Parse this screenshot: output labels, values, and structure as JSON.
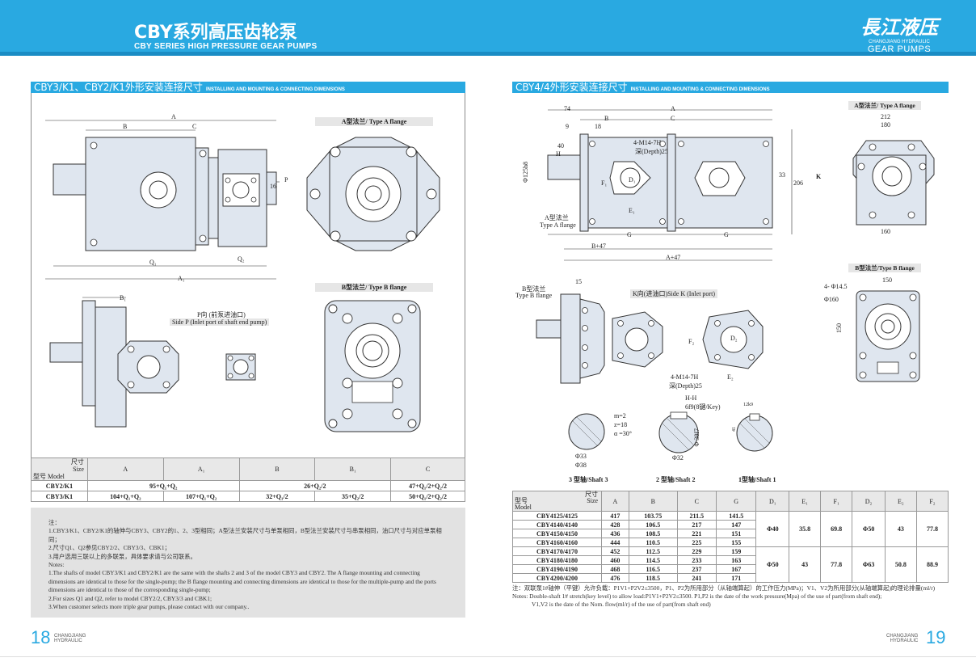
{
  "header": {
    "title_zh": "CBY系列高压齿轮泵",
    "title_en": "CBY SERIES HIGH PRESSURE GEAR PUMPS",
    "logo_script": "長江液压",
    "logo_sub": "CHANGJIANG HYDRAULIC",
    "logo_gp": "GEAR PUMPS"
  },
  "left": {
    "section_zh": "CBY3/K1、CBY2/K1外形安装连接尺寸",
    "section_en": "INSTALLING AND MOUNTING & CONNECTING DIMENSIONS",
    "labels": {
      "A": "A",
      "B": "B",
      "C": "C",
      "P": "P",
      "dim16": "16",
      "Q1": "Q₁",
      "Q2": "Q₂",
      "A1": "A₁",
      "B1": "B₁",
      "flange_a": "A型法兰/ Type A flange",
      "flange_b": "B型法兰/ Type B flange",
      "side_p_zh": "P向 (前泵进油口)",
      "side_p_en": "Side P (Inlet port of shaft end pump)"
    },
    "table": {
      "model_zh": "型号",
      "model_en": "Model",
      "size_zh": "尺寸",
      "size_en": "Size",
      "cols": [
        "A",
        "A₁",
        "B",
        "B₁",
        "C"
      ],
      "rows": [
        {
          "model": "CBY2/K1",
          "AA1": "95+Q₁+Q₂",
          "BB1": "26+Q₂/2",
          "C": "47+Q₁/2+Q₂/2"
        },
        {
          "model": "CBY3/K1",
          "A": "104+Q₁+Q₂",
          "A1": "107+Q₁+Q₂",
          "B": "32+Q₁/2",
          "B1": "35+Q₂/2",
          "C": "50+Q₁/2+Q₂/2"
        }
      ]
    },
    "notes": [
      "注：",
      "1.CBY3/K1、CBY2/K1的轴伸与CBY3、CBY2的1、2、3型相同；A型法兰安装尺寸与单泵相同，B型法兰安装尺寸与串泵相同，油口尺寸与对应单泵相同；",
      "2.尺寸Q1、Q2参见CBY2/2、CBY3/3、CBK1；",
      "3.用户选用三联以上的多联泵，具体要求请与公司联系。",
      "Notes:",
      "1.The shafts of model CBY3/K1 and CBY2/K1 are the same with the shafts 2 and 3 of the model CBY3 and CBY2. The A flange mounting and connecting dimensions are identical to those for the single-pump; the B flange mounting and connecting dimensions are identical to those for the multiple-pump and the ports  dimensions are identical to those of the corresponding single-pump;",
      "2.For sizes Q1 and Q2, refer to model CBY2/2, CBY3/3 and CBK1;",
      "3.When customer selects more triple gear pumps, please contact with our company.."
    ],
    "page_number": "18",
    "brand_1": "CHANGJIANG",
    "brand_2": "HYDRAULIC"
  },
  "right": {
    "section_zh": "CBY4/4外形安装连接尺寸",
    "section_en": "INSTALLING AND MOUNTING & CONNECTING DIMENSIONS",
    "labels": {
      "d74": "74",
      "A": "A",
      "B": "B",
      "C": "C",
      "d9": "9",
      "d18": "18",
      "d40": "40",
      "H": "H",
      "thread": "4-M14-7H",
      "depth": "深(Depth)25",
      "D1": "D₁",
      "F1": "F₁",
      "E1": "E₁",
      "d33": "33",
      "d206": "206",
      "phi125": "Φ125h8",
      "K": "K",
      "type_a_zh": "A型法兰",
      "type_a_en": "Type A flange",
      "G": "G",
      "Bp47": "B+47",
      "Ap47": "A+47",
      "flange_a": "A型法兰/ Type A flange",
      "d212": "212",
      "d180": "180",
      "d160": "160",
      "flange_b": "B型法兰/Type B  flange",
      "d150": "150",
      "d150v": "150",
      "phi145": "4- Φ14.5",
      "phi160": "Φ160",
      "type_b_zh": "B型法兰",
      "type_b_en": "Type B flange",
      "d15": "15",
      "side_k": "K向(进油口)Side K (Inlet port)",
      "D2": "D₂",
      "F2": "F₂",
      "E2": "E₂",
      "thread2": "4-M14-7H",
      "depth2": "深(Depth)25",
      "hh": "H-H",
      "key": "6f9(8键/Key)",
      "k12": "12k9",
      "m": "m=2",
      "z": "z=18",
      "alpha": "α =30°",
      "phi33": "Φ33",
      "phi38": "Φ38",
      "phi387": "Φ 38f7",
      "phi32": "Φ32",
      "d41": "41",
      "shaft3": "3 型轴/Shaft 3",
      "shaft2": "2 型轴/Shaft 2",
      "shaft1": "1型轴/Shaft 1"
    },
    "table": {
      "model_zh": "型号",
      "model_en": "Model",
      "size_zh": "尺寸",
      "size_en": "Size",
      "cols": [
        "A",
        "B",
        "C",
        "G",
        "D₁",
        "E₁",
        "F₁",
        "D₂",
        "E₂",
        "F₂"
      ],
      "rows": [
        {
          "model": "CBY4125/4125",
          "A": "417",
          "B": "103.75",
          "C": "211.5",
          "G": "141.5"
        },
        {
          "model": "CBY4140/4140",
          "A": "428",
          "B": "106.5",
          "C": "217",
          "G": "147"
        },
        {
          "model": "CBY4150/4150",
          "A": "436",
          "B": "108.5",
          "C": "221",
          "G": "151"
        },
        {
          "model": "CBY4160/4160",
          "A": "444",
          "B": "110.5",
          "C": "225",
          "G": "155"
        },
        {
          "model": "CBY4170/4170",
          "A": "452",
          "B": "112.5",
          "C": "229",
          "G": "159"
        },
        {
          "model": "CBY4180/4180",
          "A": "460",
          "B": "114.5",
          "C": "233",
          "G": "163"
        },
        {
          "model": "CBY4190/4190",
          "A": "468",
          "B": "116.5",
          "C": "237",
          "G": "167"
        },
        {
          "model": "CBY4200/4200",
          "A": "476",
          "B": "118.5",
          "C": "241",
          "G": "171"
        }
      ],
      "group1": {
        "D1": "Φ40",
        "E1": "35.8",
        "F1": "69.8",
        "D2": "Φ50",
        "E2": "43",
        "F2": "77.8"
      },
      "group2": {
        "D1": "Φ50",
        "E1": "43",
        "F1": "77.8",
        "D2": "Φ63",
        "E2": "50.8",
        "F2": "88.9"
      }
    },
    "notes": [
      "注：双联泵1#轴伸（平键）允许负载：P1V1+P2V2≤3500，P1、P2为所用部分（从轴端算起）的工作压力(MPa)；V1、V2为所用部分(从轴端算起)的理论排量(ml/r)",
      "Notes: Double-shaft 1# stretch(key level) to allow load:P1V1+P2V2≤3500. P1,P2 is the date of the work pressure(Mpa) of the use of part(from shaft end);",
      "V1,V2 is the date of the Nom. flow(ml/r) of the use of part(from shaft end)"
    ],
    "page_number": "19",
    "brand_1": "CHANGJIANG",
    "brand_2": "HYDRAULIC"
  }
}
